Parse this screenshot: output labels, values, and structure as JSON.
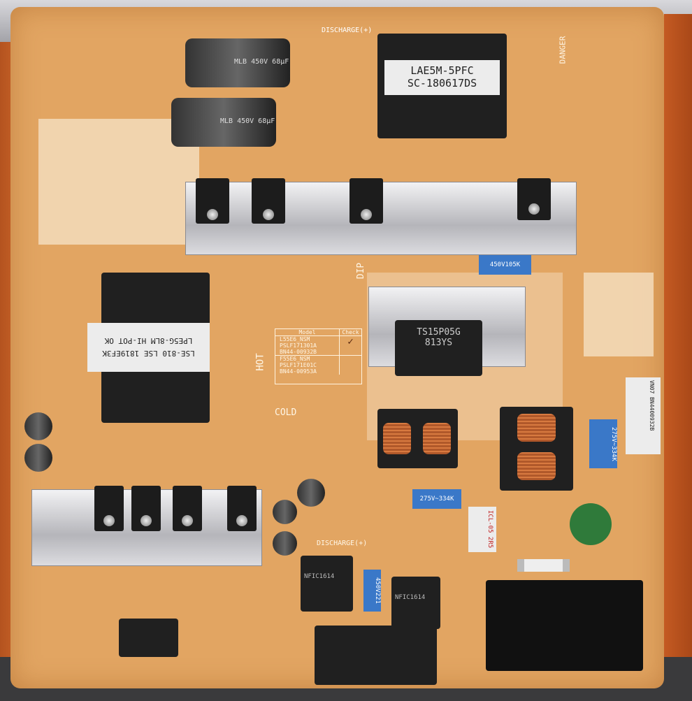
{
  "pfc_inductor": {
    "line1": "LAE5M-5PFC",
    "line2": "SC-180617DS"
  },
  "main_transformer": {
    "line1": "LSE-810 LSE 1819EF3K",
    "line2": "LPE5G-8LM HI-POT OK"
  },
  "bridge_rectifier": {
    "line1": "TS15P05G",
    "line2": "813YS"
  },
  "bulk_capacitors": [
    {
      "text": "MLB 450V 68µF"
    },
    {
      "text": "MLB 450V 68µF"
    }
  ],
  "model_table": {
    "header_model": "Model",
    "header_check": "Check",
    "rows": [
      {
        "model": "L55E6_NSM",
        "code": "PSLF171301A",
        "bn": "BN44-00932B",
        "check": "✓"
      },
      {
        "model": "F55E6_NSM",
        "code": "PSLF171E01C",
        "bn": "BN44-00953A",
        "check": ""
      }
    ]
  },
  "silkscreen": {
    "discharge_top": "DISCHARGE(+)",
    "discharge_bottom": "DISCHARGE(+)",
    "danger": "DANGER",
    "hot": "HOT",
    "cold": "COLD",
    "dip": "DIP"
  },
  "components": {
    "film_cap_top": "450V105K",
    "film_cap_mid": "275V~334K",
    "film_cap_right": "275V~334K",
    "thermistor": "ICL-05 2R5",
    "inductor_a": "NFIC1614",
    "inductor_b": "NFIC1614",
    "blue_cap": "450V221"
  },
  "sticker": {
    "line1": "VN07",
    "line2": "BN4400932B"
  }
}
